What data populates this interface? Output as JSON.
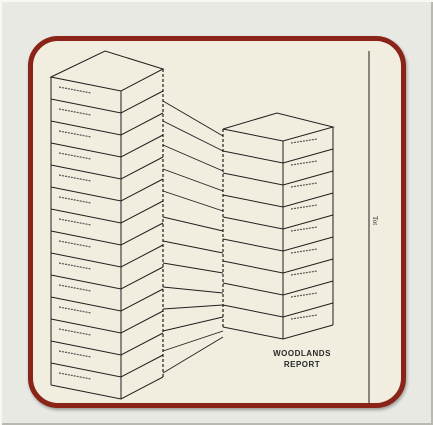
{
  "diagram": {
    "label_line1": "WOODLANDS",
    "label_line2": "REPORT",
    "side_mark": "Tot",
    "frame_color": "#8a2418",
    "paper_color": "#f1eedf"
  }
}
